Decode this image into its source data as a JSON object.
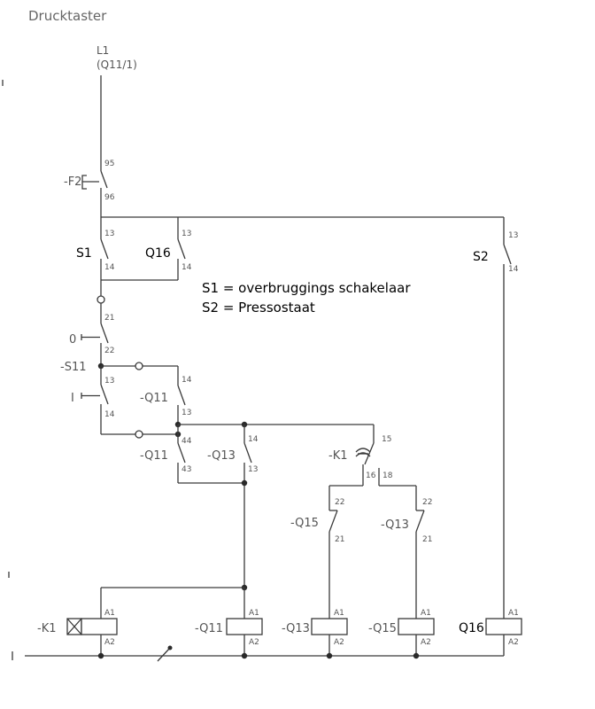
{
  "title": "Drucktaster",
  "supply": {
    "label": "L1",
    "sublabel": "(Q11/1)"
  },
  "notes": {
    "line1": "S1 = overbruggings schakelaar",
    "line2": "S2 = Pressostaat"
  },
  "devices": {
    "f2": "-F2",
    "s1": "S1",
    "q16_contact": "Q16",
    "s2": "S2",
    "off": "0",
    "on": "I",
    "s11": "-S11",
    "q11_a": "-Q11",
    "q11_b": "-Q11",
    "q13_a": "-Q13",
    "k1_contact": "-K1",
    "q15_nc": "-Q15",
    "q13_nc": "-Q13",
    "k1_coil": "-K1",
    "q11_coil": "-Q11",
    "q13_coil": "-Q13",
    "q15_coil": "-Q15",
    "q16_coil": "Q16"
  },
  "pins": {
    "f2_top": "95",
    "f2_bot": "96",
    "s1_top": "13",
    "s1_bot": "14",
    "q16_top": "13",
    "q16_bot": "14",
    "s2_top": "13",
    "s2_bot": "14",
    "off_top": "21",
    "off_bot": "22",
    "on_top": "13",
    "on_bot": "14",
    "q11a_top": "14",
    "q11a_bot": "13",
    "q11b_top": "44",
    "q11b_bot": "43",
    "q13a_top": "14",
    "q13a_bot": "13",
    "k1_com": "15",
    "k1_nc": "16",
    "k1_no": "18",
    "q15nc_top": "22",
    "q15nc_bot": "21",
    "q13nc_top": "22",
    "q13nc_bot": "21",
    "a1": "A1",
    "a2": "A2"
  }
}
